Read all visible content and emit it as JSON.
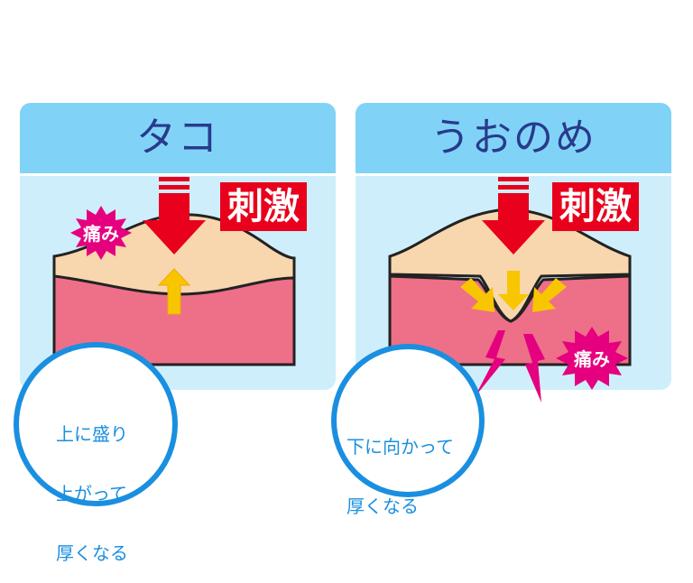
{
  "panels": [
    {
      "title": "タコ",
      "stimulus_label": "刺激",
      "pain_label": "痛み",
      "bubble_lines": [
        "上に盛り",
        "上がって",
        "厚くなる"
      ]
    },
    {
      "title": "うおのめ",
      "stimulus_label": "刺激",
      "pain_label": "痛み",
      "bubble_lines": [
        "下に向かって",
        "厚くなる"
      ]
    }
  ],
  "colors": {
    "panel_bg": "#cfeefb",
    "panel_header": "#80d3f7",
    "title_text": "#283a8c",
    "outer_skin": "#f8d6ae",
    "inner_skin": "#ee6f88",
    "stimulus_arrow": "#e8001c",
    "push_arrow": "#f7c600",
    "pain_burst": "#e5007f",
    "bubble_border": "#1a8fe0"
  },
  "icons": [
    "down-arrow-icon",
    "up-arrow-icon",
    "inward-arrow-icon",
    "lightning-icon",
    "pain-burst-icon"
  ]
}
